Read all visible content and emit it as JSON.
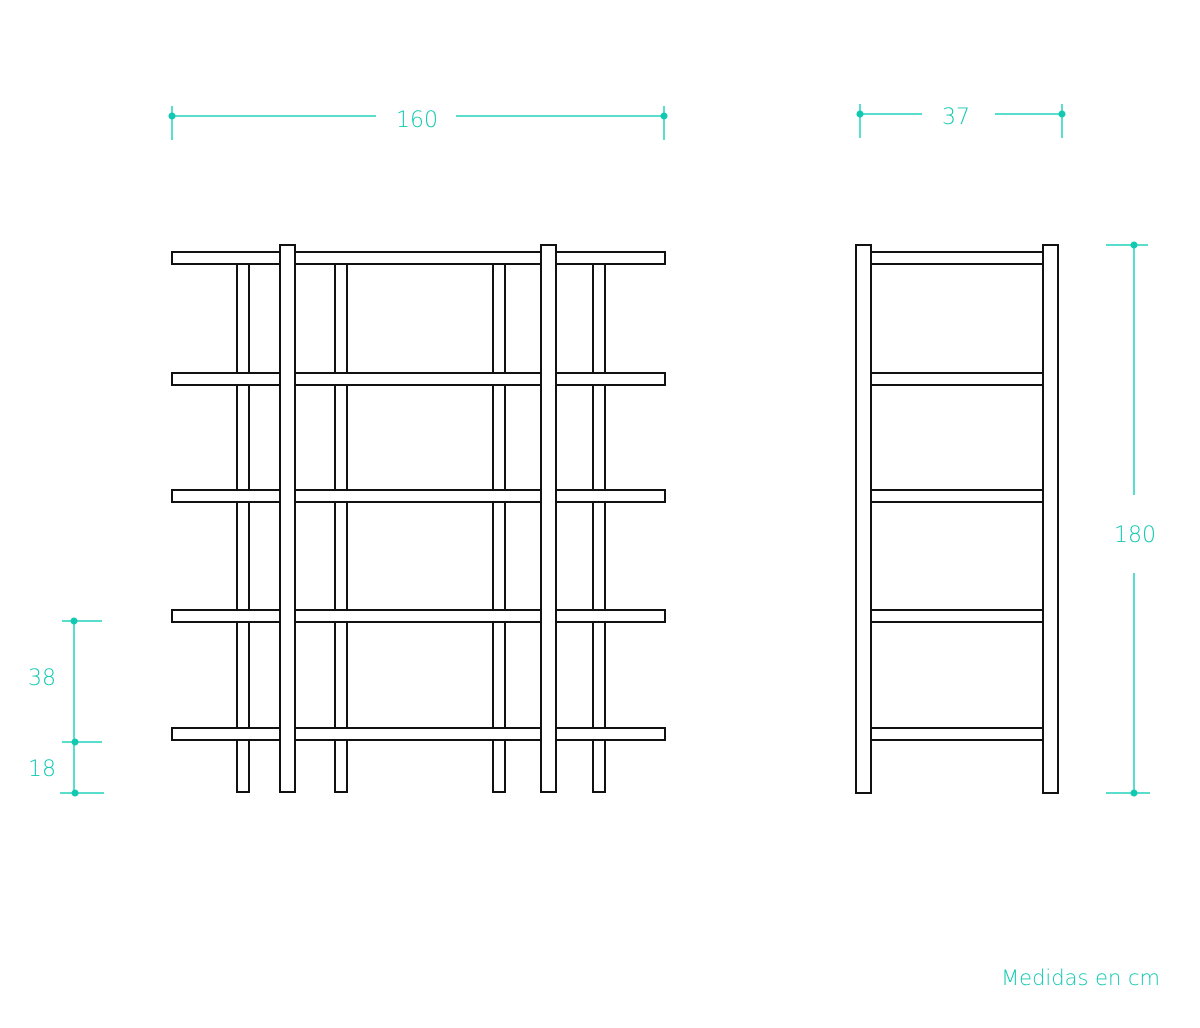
{
  "dimensions": {
    "width": "160",
    "depth": "37",
    "height": "180",
    "shelf_spacing": "38",
    "base_height": "18"
  },
  "footer": {
    "units_note": "Medidas en cm"
  },
  "colors": {
    "dimension": "#11c9b0",
    "outline": "#111111"
  }
}
